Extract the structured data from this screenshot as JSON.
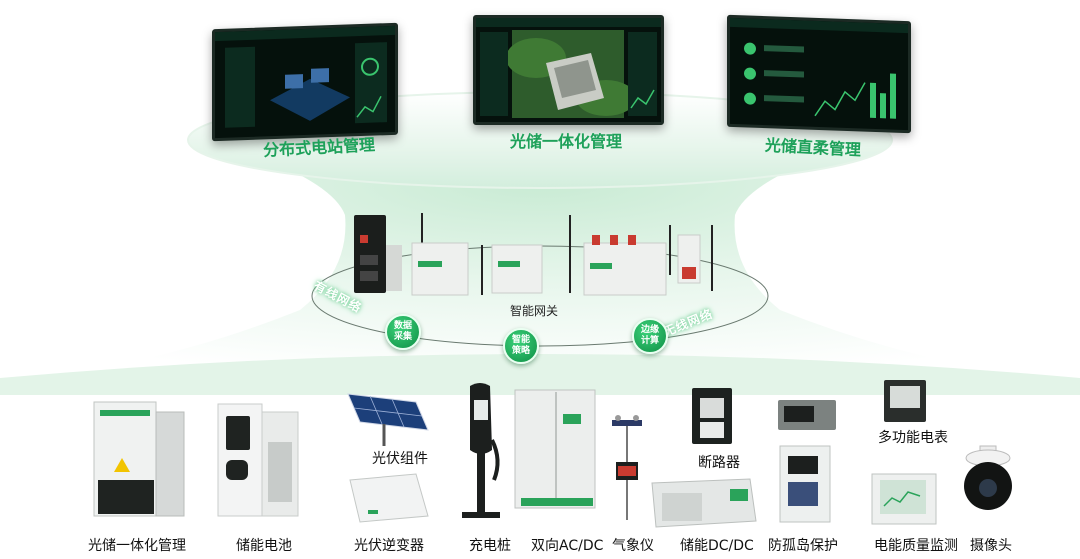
{
  "platforms": [
    {
      "label": "分布式电站管理"
    },
    {
      "label": "光储一体化管理"
    },
    {
      "label": "光储直柔管理"
    }
  ],
  "gateway": {
    "label": "智能网关"
  },
  "network": {
    "wired": "有线网络",
    "wireless": "无线网络"
  },
  "badges": [
    {
      "line1": "数据",
      "line2": "采集"
    },
    {
      "line1": "智能",
      "line2": "策略"
    },
    {
      "line1": "边缘",
      "line2": "计算"
    }
  ],
  "devices": [
    {
      "label": "光储一体化管理"
    },
    {
      "label": "储能电池"
    },
    {
      "label": "光伏组件"
    },
    {
      "label": "光伏逆变器"
    },
    {
      "label": "充电桩"
    },
    {
      "label": "双向AC/DC"
    },
    {
      "label": "气象仪"
    },
    {
      "label": "断路器"
    },
    {
      "label": "储能DC/DC"
    },
    {
      "label": "防孤岛保护"
    },
    {
      "label": "多功能电表"
    },
    {
      "label": "电能质量监测"
    },
    {
      "label": "摄像头"
    }
  ],
  "colors": {
    "accent": "#1ea15a",
    "halo": "#dff2e6"
  }
}
